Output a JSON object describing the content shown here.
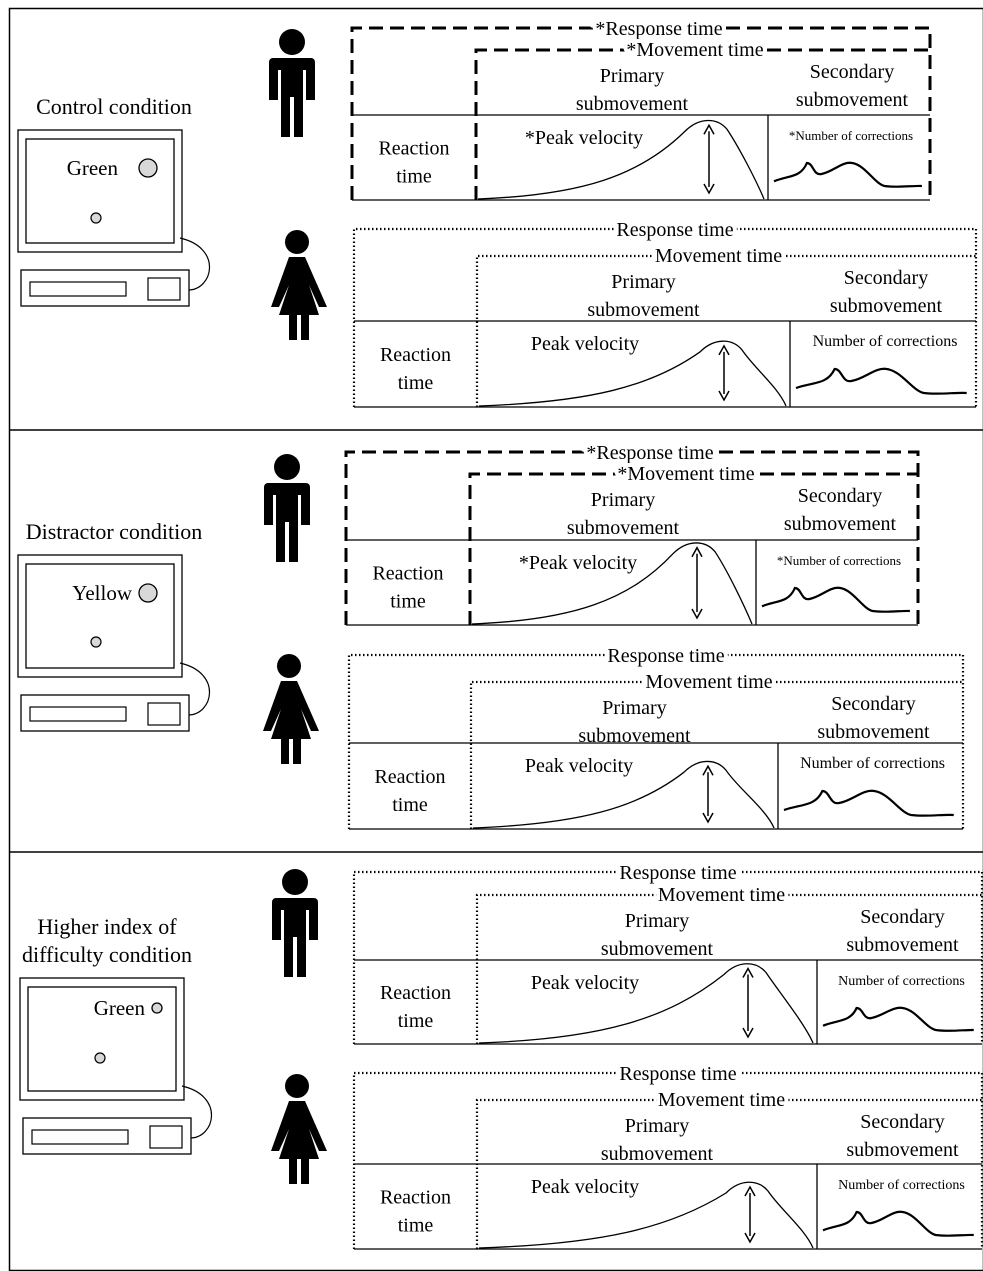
{
  "panels": [
    {
      "condition_lines": [
        "Control condition"
      ],
      "screen_word": "Green",
      "rows": [
        {
          "figure": "male",
          "style": "dashed",
          "response_label": "*Response time",
          "movement_label": "*Movement time",
          "primary_lines": [
            "Primary",
            "submovement"
          ],
          "secondary_lines": [
            "Secondary",
            "submovement"
          ],
          "reaction_lines": [
            "Reaction",
            "time"
          ],
          "peak_label": "*Peak velocity",
          "corrections_label": "*Number of corrections"
        },
        {
          "figure": "female",
          "style": "dotted",
          "response_label": "Response time",
          "movement_label": "Movement time",
          "primary_lines": [
            "Primary",
            "submovement"
          ],
          "secondary_lines": [
            "Secondary",
            "submovement"
          ],
          "reaction_lines": [
            "Reaction",
            "time"
          ],
          "peak_label": "Peak velocity",
          "corrections_label": "Number of corrections"
        }
      ]
    },
    {
      "condition_lines": [
        "Distractor condition"
      ],
      "screen_word": "Yellow",
      "rows": [
        {
          "figure": "male",
          "style": "dashed",
          "response_label": "*Response time",
          "movement_label": "*Movement time",
          "primary_lines": [
            "Primary",
            "submovement"
          ],
          "secondary_lines": [
            "Secondary",
            "submovement"
          ],
          "reaction_lines": [
            "Reaction",
            "time"
          ],
          "peak_label": "*Peak velocity",
          "corrections_label": "*Number of corrections"
        },
        {
          "figure": "female",
          "style": "dotted",
          "response_label": "Response time",
          "movement_label": "Movement time",
          "primary_lines": [
            "Primary",
            "submovement"
          ],
          "secondary_lines": [
            "Secondary",
            "submovement"
          ],
          "reaction_lines": [
            "Reaction",
            "time"
          ],
          "peak_label": "Peak velocity",
          "corrections_label": "Number of corrections"
        }
      ]
    },
    {
      "condition_lines": [
        "Higher index of",
        "difficulty condition"
      ],
      "screen_word": "Green",
      "rows": [
        {
          "figure": "male",
          "style": "dotted",
          "response_label": "Response time",
          "movement_label": "Movement time",
          "primary_lines": [
            "Primary",
            "submovement"
          ],
          "secondary_lines": [
            "Secondary",
            "submovement"
          ],
          "reaction_lines": [
            "Reaction",
            "time"
          ],
          "peak_label": "Peak velocity",
          "corrections_label": "Number of corrections"
        },
        {
          "figure": "female",
          "style": "dotted",
          "response_label": "Response time",
          "movement_label": "Movement time",
          "primary_lines": [
            "Primary",
            "submovement"
          ],
          "secondary_lines": [
            "Secondary",
            "submovement"
          ],
          "reaction_lines": [
            "Reaction",
            "time"
          ],
          "peak_label": "Peak velocity",
          "corrections_label": "Number of corrections"
        }
      ]
    }
  ]
}
